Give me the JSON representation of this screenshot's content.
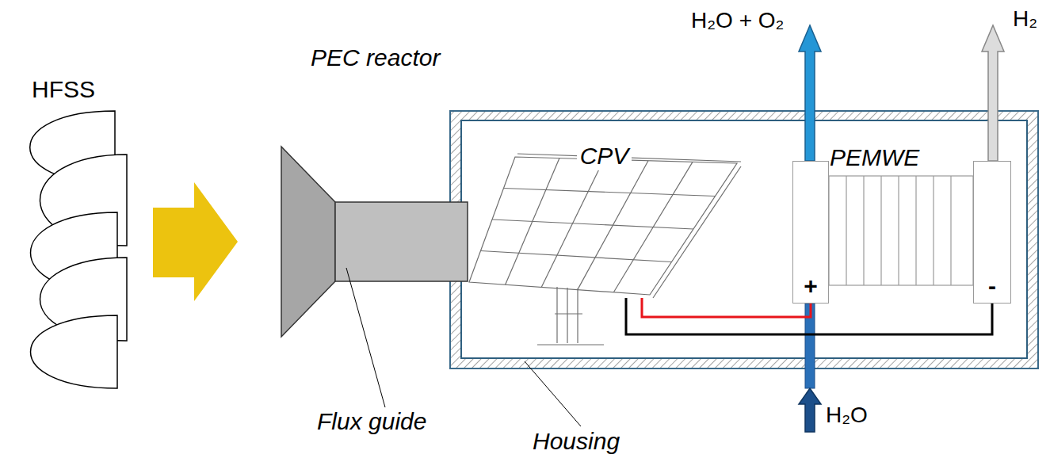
{
  "diagram": {
    "nodes": [
      {
        "text": [
          "CPV"
        ]
      },
      {
        "text": [
          "+"
        ]
      },
      {
        "text": [
          "-"
        ]
      }
    ],
    "edges": [
      {
        "from": 0,
        "to": 1,
        "arrow": "none"
      },
      {
        "from": 0,
        "to": 2,
        "arrow": "none"
      }
    ],
    "labels": [
      "HFSS",
      "PEC reactor",
      "H₂O + O₂",
      "H₂",
      "PEMWE",
      "Flux guide",
      "Housing",
      "H₂O"
    ]
  }
}
